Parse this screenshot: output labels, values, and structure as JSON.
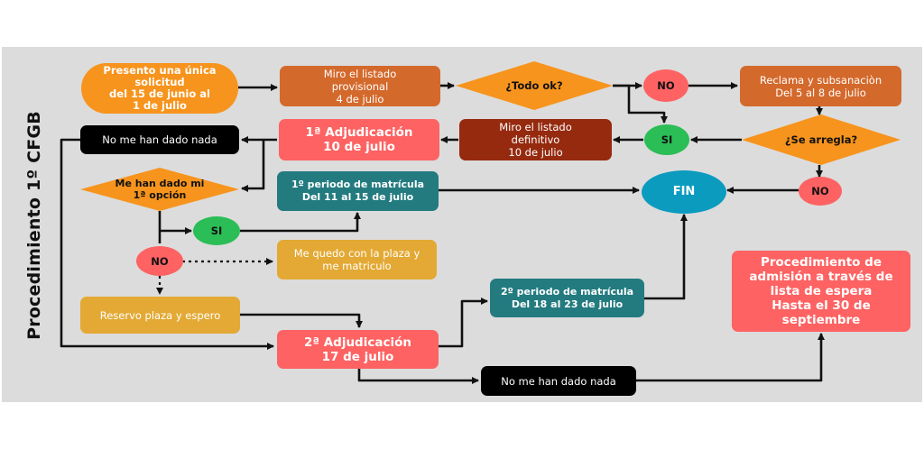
{
  "title": "Procedimiento 1º CFGB",
  "colors": {
    "orange": "#f7941d",
    "brown_orange": "#d4692c",
    "dark_red": "#952a0f",
    "coral": "#fe6262",
    "teal": "#237b80",
    "mustard": "#e3a934",
    "green": "#2bbd56",
    "cyan": "#0b9bbf",
    "black": "#000000",
    "board": "#dcdcdc"
  },
  "nodes": {
    "presento": "Presento una única\nsolicitud\ndel 15 de junio al\n1 de julio",
    "miro_provisional": "Miro el listado\nprovisional\n4 de julio",
    "todo_ok": "¿Todo ok?",
    "no_1": "NO",
    "reclama": "Reclama y subsanaciòn\nDel 5 al 8 de julio",
    "si_1": "SI",
    "se_arregla": "¿Se arregla?",
    "miro_definitivo": "Miro el listado\ndefinitivo\n10 de julio",
    "adjudicacion_1": "1ª Adjudicación\n10 de julio",
    "no_me_han_dado_1": "No me han dado nada",
    "me_han_dado": "Me han dado mi\n1ª opción",
    "periodo_1": "1º periodo de matrícula\nDel 11 al 15 de julio",
    "no_2": "NO",
    "fin": "FIN",
    "si_2": "SI",
    "no_3": "NO",
    "me_quedo": "Me quedo con la plaza y\nme  matriculo",
    "reservo": "Reservo plaza y espero",
    "periodo_2": "2º periodo de matrícula\nDel 18 al 23 de julio",
    "procedimiento_lista": "Procedimiento de\nadmisión a través de\nlista de espera\nHasta el 30 de\nseptiembre",
    "adjudicacion_2": "2ª Adjudicación\n17 de julio",
    "no_me_han_dado_2": "No me han dado nada"
  }
}
